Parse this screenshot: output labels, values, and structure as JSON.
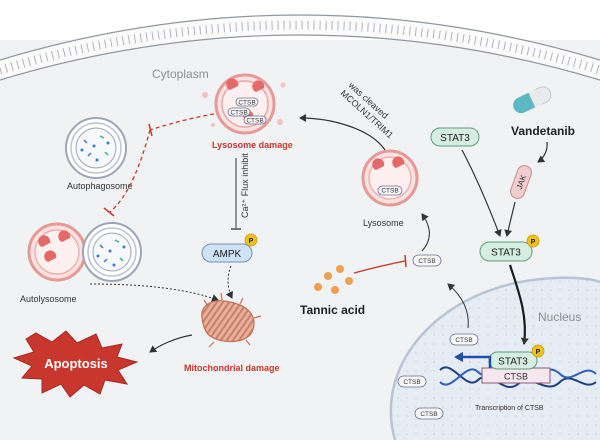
{
  "regions": {
    "cytoplasm": "Cytoplasm",
    "nucleus": "Nucleus"
  },
  "nodes": {
    "lysosome_damage": "Lysosome damage",
    "autophagosome": "Autophagosome",
    "autolysosome": "Autolysosome",
    "lysosome": "Lysosome",
    "ampk": "AMPK",
    "phospho": "P",
    "mitochondrial_damage": "Mitochondrial damage",
    "apoptosis": "Apoptosis",
    "tannic_acid": "Tannic acid",
    "vandetanib": "Vandetanib",
    "jak": "JAK",
    "stat3": "STAT3",
    "ctsb": "CTSB",
    "transcription": "Transcription of CTSB"
  },
  "annotations": {
    "ca_flux_inhibit": "Ca²⁺ Flux inhibit",
    "mcoln1_line1": "MCOLN1/TRIM1",
    "mcoln1_line2": "was cleaved"
  },
  "colors": {
    "damage_red": "#c8372d",
    "stat3_green": "#d6ede2",
    "ampk_blue": "#cfe2f5",
    "phospho_yellow": "#f2c21b",
    "jak_pink": "#f2cdd0",
    "membrane_blue": "#4a7fd6",
    "nucleus_fill": "#e6ecf4"
  }
}
